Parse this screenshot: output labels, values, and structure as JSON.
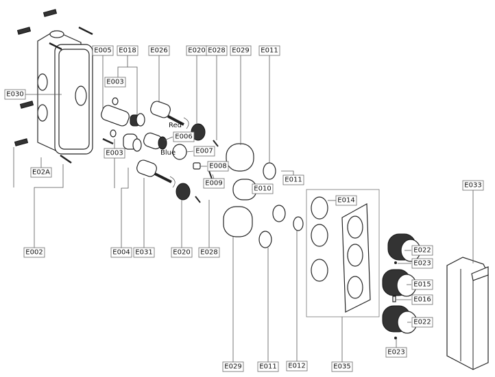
{
  "diagram": {
    "labels": [
      "E005",
      "E018",
      "E026",
      "E020",
      "E028",
      "E029",
      "E011",
      "E003",
      "E030",
      "E006",
      "E007",
      "E003",
      "E008",
      "E02A",
      "E010",
      "E009",
      "E011",
      "E014",
      "E033",
      "E002",
      "E004",
      "E031",
      "E020",
      "E028",
      "E022",
      "E023",
      "E015",
      "E016",
      "E022",
      "E023",
      "E029",
      "E011",
      "E012",
      "E035"
    ],
    "flow_labels": {
      "hot": "Red",
      "cold": "Blue"
    },
    "line_color": "#222222",
    "label_border_color": "#666666"
  }
}
